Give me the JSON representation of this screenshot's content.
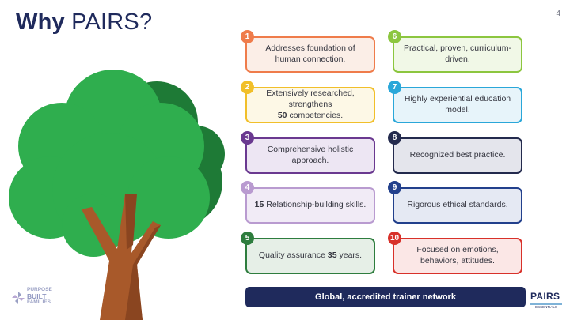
{
  "header": {
    "title_bold": "Why",
    "title_light": "PAIRS?",
    "page_number": "4"
  },
  "cards": [
    {
      "number": "1",
      "text": "Addresses foundation of human connection.",
      "color": "#ef7c4b",
      "bg": "#fbeee7"
    },
    {
      "number": "2",
      "text_bold": "",
      "text": "Extensively researched, strengthens",
      "bold_line_num": "50",
      "bold_line_rest": " competencies.",
      "color": "#f1bf2a",
      "bg": "#fdf8e6"
    },
    {
      "number": "3",
      "text": "Comprehensive holistic approach.",
      "color": "#6a3990",
      "bg": "#ede6f3"
    },
    {
      "number": "4",
      "bold_prefix": "15",
      "text": " Relationship-building skills.",
      "color": "#b99bd0",
      "bg": "#f1ebf6"
    },
    {
      "number": "5",
      "text": "Quality assurance ",
      "bold_suffix": "35",
      "text_after": " years.",
      "color": "#2e7d3e",
      "bg": "#e6efe7"
    },
    {
      "number": "6",
      "text": "Practical, proven, curriculum-driven.",
      "color": "#8cc63f",
      "bg": "#f1f8e7"
    },
    {
      "number": "7",
      "text": "Highly experiential education model.",
      "color": "#2aa7d9",
      "bg": "#e7f4fa"
    },
    {
      "number": "8",
      "text": "Recognized best practice.",
      "color": "#232a4d",
      "bg": "#e4e5ec"
    },
    {
      "number": "9",
      "text": "Rigorous ethical standards.",
      "color": "#22408c",
      "bg": "#e5e9f3"
    },
    {
      "number": "10",
      "text": "Focused on emotions, behaviors, attitudes.",
      "color": "#d8312a",
      "bg": "#fbe7e6"
    }
  ],
  "footer": {
    "banner": "Global, accredited trainer network",
    "logo_left": {
      "line1": "PURPOSE",
      "line2": "BUILT",
      "line3": "FAMILIES"
    },
    "logo_right": {
      "word": "PAIRS",
      "sub": "ESSENTIALS"
    }
  },
  "colors": {
    "navy": "#1f2a5c",
    "tree_light": "#2fae4e",
    "tree_dark": "#1e7a36",
    "trunk": "#a8592a"
  }
}
